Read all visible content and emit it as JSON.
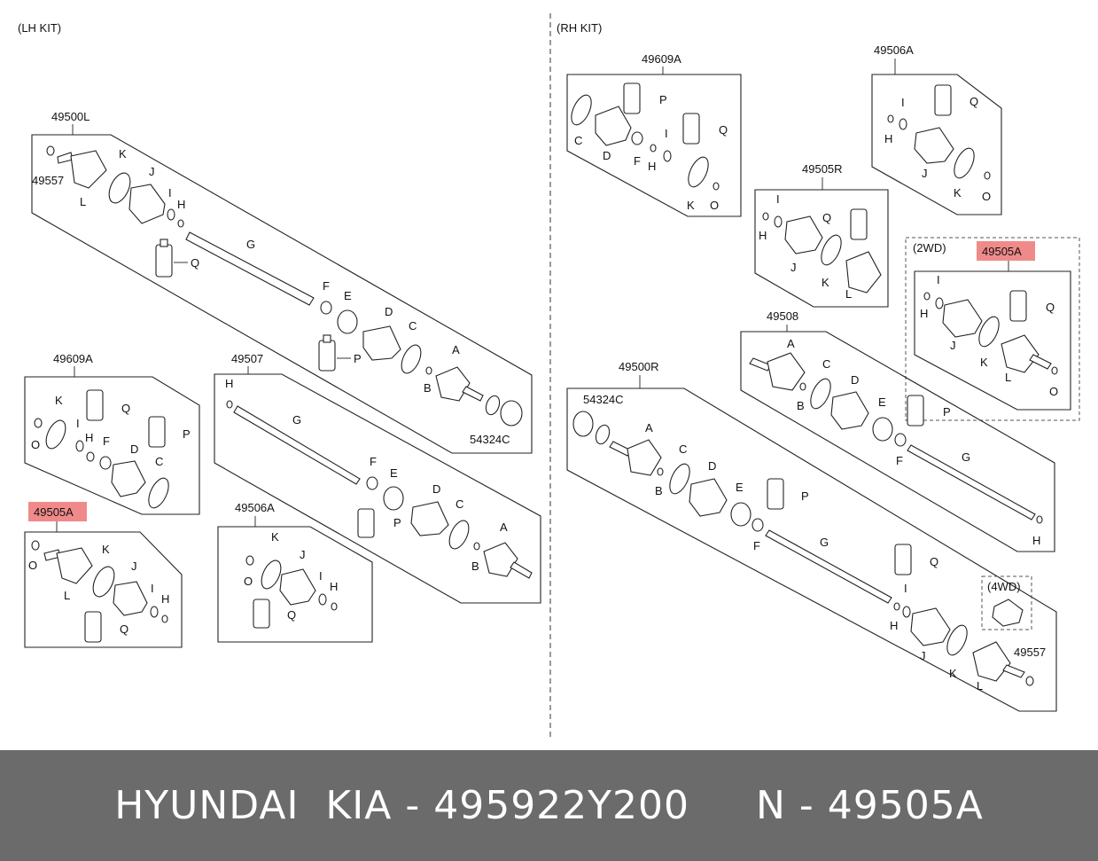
{
  "lh": {
    "kit_label": "(LH KIT)",
    "assy_main": "49500L",
    "kit_a": "49609A",
    "kit_b": "49507",
    "kit_c": "49505A",
    "kit_d": "49506A"
  },
  "rh": {
    "kit_label": "(RH KIT)",
    "kit_609": "49609A",
    "kit_506": "49506A",
    "kit_505r": "49505R",
    "kit_2wd": "(2WD)",
    "kit_505a": "49505A",
    "kit_508": "49508",
    "assy_main": "49500R",
    "kit_4wd": "(4WD)"
  },
  "parts": {
    "p49557": "49557",
    "p54324c": "54324C",
    "A": "A",
    "B": "B",
    "C": "C",
    "D": "D",
    "E": "E",
    "F": "F",
    "G": "G",
    "H": "H",
    "I": "I",
    "J": "J",
    "K": "K",
    "L": "L",
    "O": "O",
    "P": "P",
    "Q": "Q"
  },
  "colors": {
    "highlight": "#f08a8a",
    "footer_bg": "#6b6b6b",
    "line": "#222222"
  },
  "footer": {
    "text": "HYUNDAI  KIA - 495922Y200     N - 49505A"
  }
}
